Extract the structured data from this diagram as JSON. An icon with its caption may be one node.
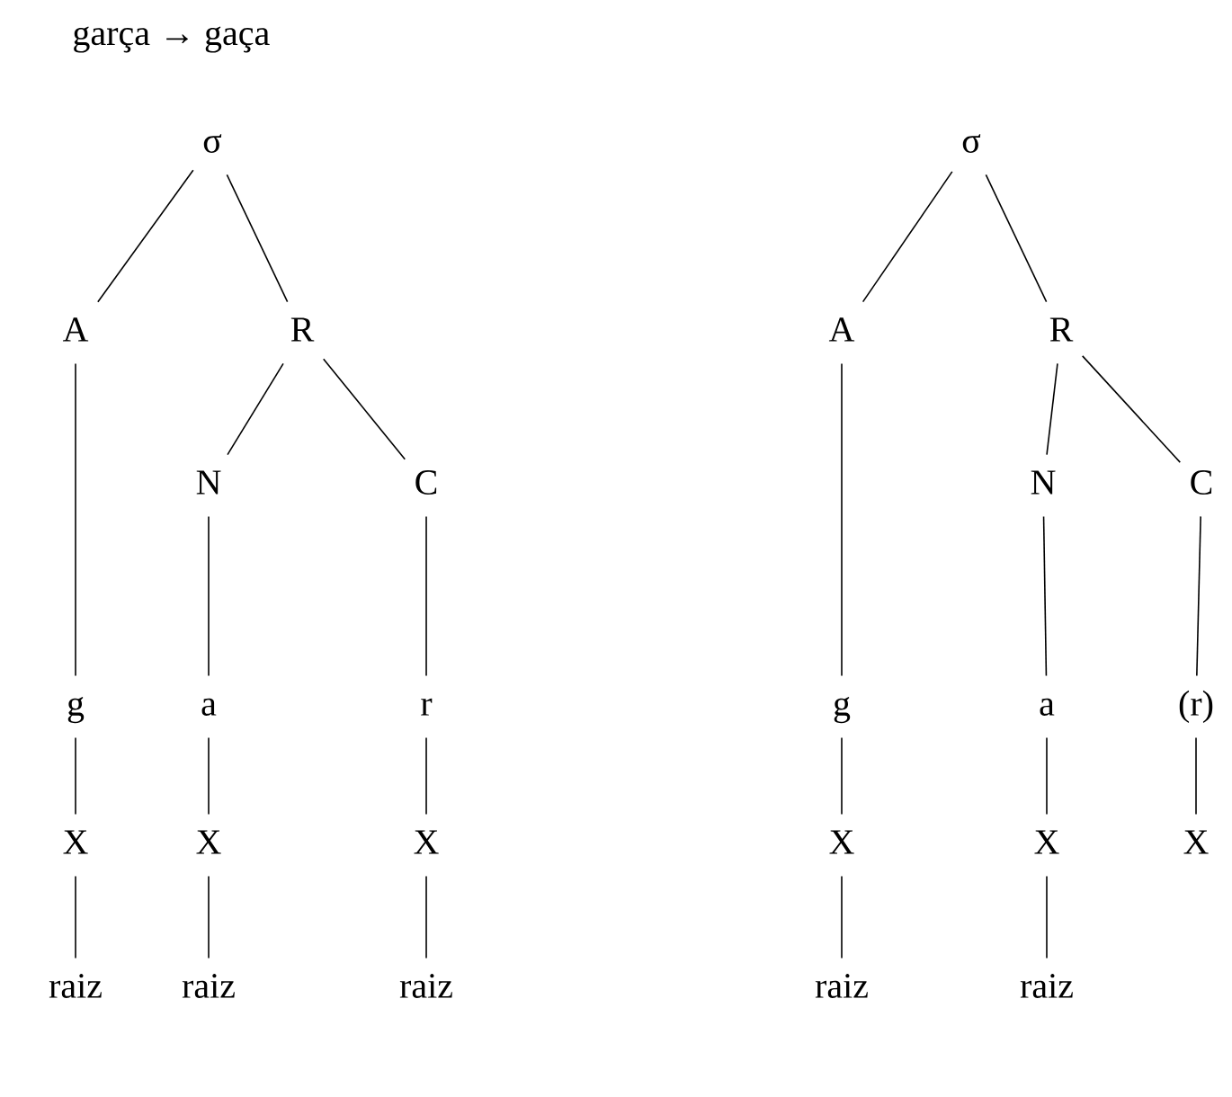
{
  "diagram": {
    "title": "garça → gaça",
    "nodes": [
      {
        "text": [
          "σ"
        ]
      },
      {
        "text": [
          "A"
        ]
      },
      {
        "text": [
          "R"
        ]
      },
      {
        "text": [
          "N"
        ]
      },
      {
        "text": [
          "C"
        ]
      },
      {
        "text": [
          "g"
        ]
      },
      {
        "text": [
          "a"
        ]
      },
      {
        "text": [
          "r"
        ]
      },
      {
        "text": [
          "X"
        ]
      },
      {
        "text": [
          "X"
        ]
      },
      {
        "text": [
          "X"
        ]
      },
      {
        "text": [
          "raiz"
        ]
      },
      {
        "text": [
          "raiz"
        ]
      },
      {
        "text": [
          "raiz"
        ]
      },
      {
        "text": [
          "σ"
        ]
      },
      {
        "text": [
          "A"
        ]
      },
      {
        "text": [
          "R"
        ]
      },
      {
        "text": [
          "N"
        ]
      },
      {
        "text": [
          "C"
        ]
      },
      {
        "text": [
          "g"
        ]
      },
      {
        "text": [
          "a"
        ]
      },
      {
        "text": [
          "(r)"
        ]
      },
      {
        "text": [
          "X"
        ]
      },
      {
        "text": [
          "X"
        ]
      },
      {
        "text": [
          "X"
        ]
      },
      {
        "text": [
          "raiz"
        ]
      },
      {
        "text": [
          "raiz"
        ]
      }
    ],
    "edges": [
      {
        "from": 0,
        "to": 1,
        "arrow": "none"
      },
      {
        "from": 0,
        "to": 2,
        "arrow": "none"
      },
      {
        "from": 2,
        "to": 3,
        "arrow": "none"
      },
      {
        "from": 2,
        "to": 4,
        "arrow": "none"
      },
      {
        "from": 1,
        "to": 5,
        "arrow": "none"
      },
      {
        "from": 3,
        "to": 6,
        "arrow": "none"
      },
      {
        "from": 4,
        "to": 7,
        "arrow": "none"
      },
      {
        "from": 5,
        "to": 8,
        "arrow": "none"
      },
      {
        "from": 6,
        "to": 9,
        "arrow": "none"
      },
      {
        "from": 7,
        "to": 10,
        "arrow": "none"
      },
      {
        "from": 8,
        "to": 11,
        "arrow": "none"
      },
      {
        "from": 9,
        "to": 12,
        "arrow": "none"
      },
      {
        "from": 10,
        "to": 13,
        "arrow": "none"
      },
      {
        "from": 14,
        "to": 15,
        "arrow": "none"
      },
      {
        "from": 14,
        "to": 16,
        "arrow": "none"
      },
      {
        "from": 16,
        "to": 17,
        "arrow": "none"
      },
      {
        "from": 16,
        "to": 18,
        "arrow": "none"
      },
      {
        "from": 15,
        "to": 19,
        "arrow": "none"
      },
      {
        "from": 17,
        "to": 20,
        "arrow": "none"
      },
      {
        "from": 18,
        "to": 21,
        "arrow": "none"
      },
      {
        "from": 21,
        "to": 24,
        "arrow": "none"
      },
      {
        "from": 19,
        "to": 22,
        "arrow": "none"
      },
      {
        "from": 20,
        "to": 23,
        "arrow": "none"
      },
      {
        "from": 22,
        "to": 25,
        "arrow": "none"
      },
      {
        "from": 23,
        "to": 26,
        "arrow": "none"
      }
    ]
  }
}
